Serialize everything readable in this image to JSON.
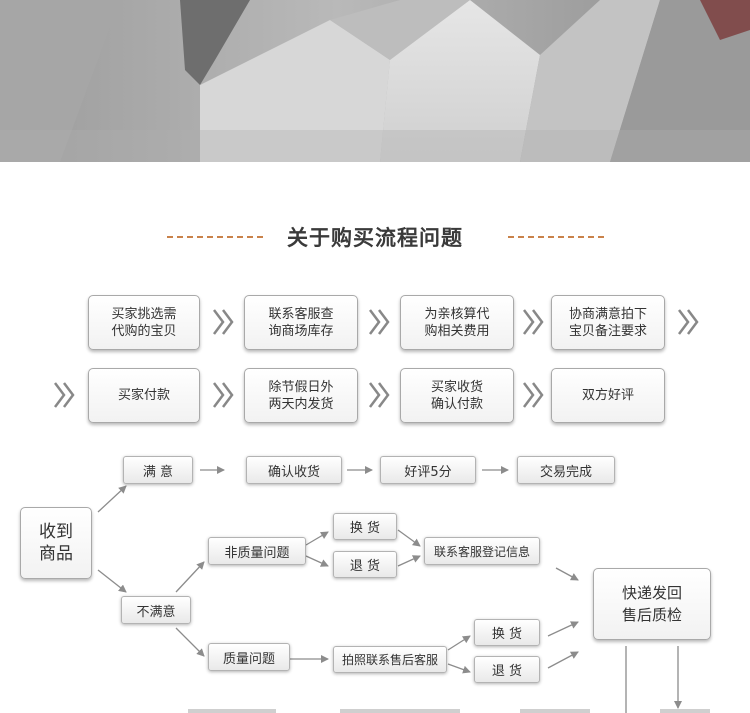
{
  "heading": "关于购买流程问题",
  "process_row1": [
    "买家挑选需\n代购的宝贝",
    "联系客服查\n询商场库存",
    "为亲核算代\n购相关费用",
    "协商满意拍下\n宝贝备注要求"
  ],
  "process_row2": [
    "买家付款",
    "除节假日外\n两天内发货",
    "买家收货\n确认付款",
    "双方好评"
  ],
  "flow": {
    "receive": "收到\n商品",
    "satisfied": "满 意",
    "confirm_receipt": "确认收货",
    "good_review": "好评5分",
    "deal_done": "交易完成",
    "unsatisfied": "不满意",
    "non_quality": "非质量问题",
    "exchange": "换 货",
    "return": "退 货",
    "contact_service": "联系客服登记信息",
    "quality": "质量问题",
    "photo_contact": "拍照联系售后客服",
    "exchange2": "换 货",
    "return2": "退 货",
    "express_back": "快递发回\n售后质检"
  }
}
